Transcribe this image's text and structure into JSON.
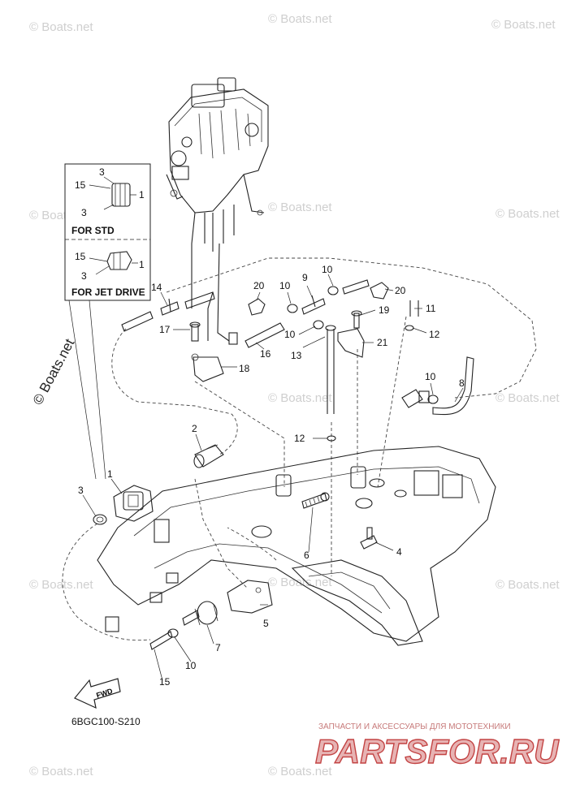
{
  "diagram": {
    "code": "6BGC100-S210",
    "fwd_label": "FWD",
    "inset": {
      "std_label": "FOR STD",
      "jet_label": "FOR JET DRIVE",
      "std_callouts": [
        "15",
        "3",
        "3",
        "1"
      ],
      "jet_callouts": [
        "15",
        "3",
        "1"
      ]
    },
    "callouts": [
      {
        "n": "1"
      },
      {
        "n": "2"
      },
      {
        "n": "3"
      },
      {
        "n": "4"
      },
      {
        "n": "5"
      },
      {
        "n": "6"
      },
      {
        "n": "7"
      },
      {
        "n": "8"
      },
      {
        "n": "9"
      },
      {
        "n": "10"
      },
      {
        "n": "10"
      },
      {
        "n": "10"
      },
      {
        "n": "10"
      },
      {
        "n": "10"
      },
      {
        "n": "11"
      },
      {
        "n": "12"
      },
      {
        "n": "12"
      },
      {
        "n": "13"
      },
      {
        "n": "14"
      },
      {
        "n": "15"
      },
      {
        "n": "16"
      },
      {
        "n": "17"
      },
      {
        "n": "18"
      },
      {
        "n": "19"
      },
      {
        "n": "20"
      },
      {
        "n": "20"
      },
      {
        "n": "21"
      }
    ]
  },
  "watermark": {
    "text": "© Boats.net",
    "shop_tagline": "ЗАПЧАСТИ И АКСЕССУАРЫ ДЛЯ МОТОТЕХНИКИ",
    "shop_logo": "PARTSFOR.RU"
  }
}
